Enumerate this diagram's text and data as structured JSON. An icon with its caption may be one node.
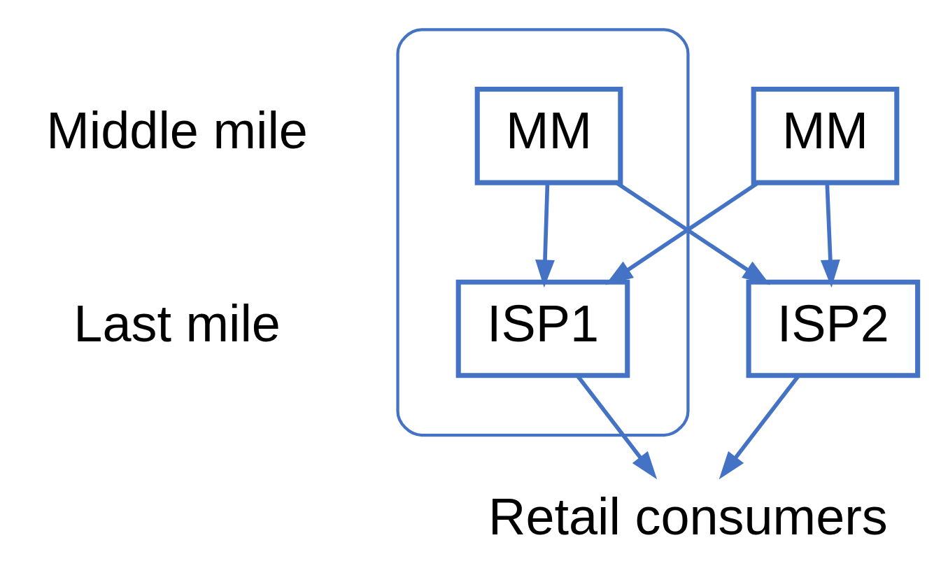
{
  "diagram": {
    "nodes": [
      {
        "text": [],
        "shape": "box"
      },
      {
        "text": [
          "MM"
        ],
        "in": 0
      },
      {
        "text": [
          "MM"
        ]
      },
      {
        "text": [
          "ISP1"
        ],
        "in": 0
      },
      {
        "text": [
          "ISP2"
        ]
      },
      {
        "text": [
          "Retail consumers"
        ]
      }
    ],
    "edges": [
      {
        "from": 1,
        "to": 3,
        "arrow": "to"
      },
      {
        "from": 1,
        "to": 4,
        "arrow": "to"
      },
      {
        "from": 2,
        "to": 3,
        "arrow": "to"
      },
      {
        "from": 2,
        "to": 4,
        "arrow": "to"
      },
      {
        "from": 3,
        "to": 5,
        "arrow": "to"
      },
      {
        "from": 4,
        "to": 5,
        "arrow": "to"
      }
    ],
    "labels": [
      "Middle mile",
      "Last mile"
    ]
  }
}
